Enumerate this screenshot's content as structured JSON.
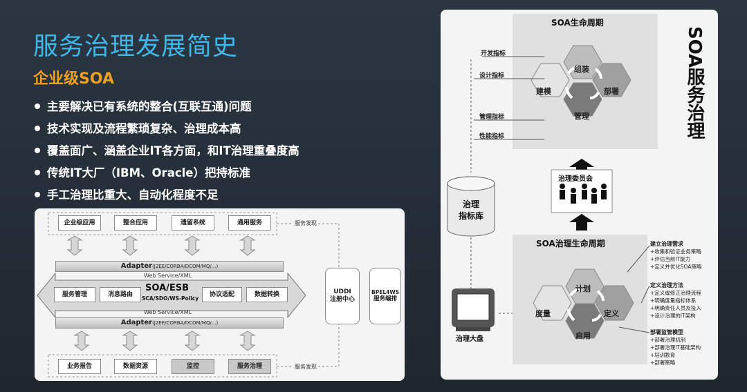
{
  "slide": {
    "title": "服务治理发展简史",
    "subtitle": "企业级SOA",
    "bullets": [
      "主要解决已有系统的整合(互联互通)问题",
      "技术实现及流程繁琐复杂、治理成本高",
      "覆盖面广、涵盖企业IT各方面，和IT治理重叠度高",
      "传统IT大厂（IBM、Oracle）把持标准",
      "手工治理比重大、自动化程度不足"
    ]
  },
  "left_diagram": {
    "top_apps": [
      "企业级应用",
      "整合应用",
      "遗留系统",
      "通用服务"
    ],
    "bottom_apps": [
      "业务报告",
      "数据资源",
      "监控",
      "服务治理"
    ],
    "adapter_label": "Adapter",
    "adapter_sub": "(J2EE/CORBA/DCOM/MQ/...)",
    "ws_label": "Web Service/XML",
    "esb_title": "SOA/ESB",
    "esb_sub": "SCA/SDO/WS-Policy",
    "esb_modules": [
      "服务管理",
      "消息路由",
      "协议适配",
      "数据转换"
    ],
    "service_discovery": "服务发现",
    "uddi": "UDDI\n注册中心",
    "bpel_title": "BPEL4WS",
    "bpel_sub": "服务编排"
  },
  "right_diagram": {
    "vertical_title": "SOA服务治理",
    "lifecycle_title": "SOA生命周期",
    "lifecycle_phases": [
      "组装",
      "建模",
      "部署",
      "管理"
    ],
    "metrics": [
      "开发指标",
      "设计指标",
      "管理指标",
      "性能指标"
    ],
    "metrics_db": "治理\n指标库",
    "committee": "治理委员会",
    "gov_lifecycle_title": "SOA治理生命周期",
    "gov_phases": [
      "计划",
      "度量",
      "定义",
      "启用"
    ],
    "dashboard": "治理大盘",
    "steps": [
      {
        "title": "建立治理需求",
        "items": [
          "收集和验证业务策略",
          "评估当前IT能力",
          "定义并优化SOA策略"
        ]
      },
      {
        "title": "定义治理方法",
        "items": [
          "定义或修正治理流程",
          "明确度量指标体系",
          "明确责任人员及投入",
          "设计治理的IT架构"
        ]
      },
      {
        "title": "部署监管模型",
        "items": [
          "部署治理机制",
          "部署治理IT基础架构",
          "培训教育",
          "部署策略"
        ]
      }
    ]
  }
}
